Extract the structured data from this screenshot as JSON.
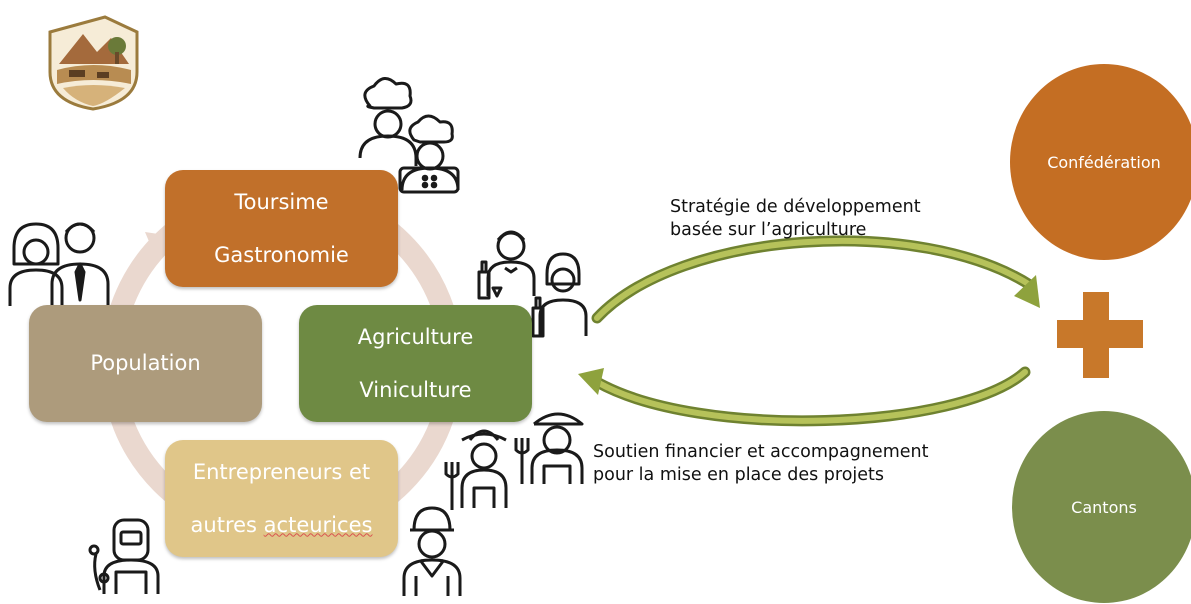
{
  "colors": {
    "tourism": "#c1702a",
    "population": "#ad9b7c",
    "agriculture": "#6e8a43",
    "entrepreneurs": "#e0c689",
    "confederation": "#c46e23",
    "cantons": "#7b8e4c",
    "plus": "#c8782a",
    "arrow": "#8ea23d",
    "ring": "#ead8cf"
  },
  "boxes": {
    "tourism": [
      "Toursime",
      "Gastronomie"
    ],
    "population": "Population",
    "agriculture": [
      "Agriculture",
      "Viniculture"
    ],
    "entrepreneurs": [
      "Entrepreneurs et",
      "autres ",
      "acteurices"
    ]
  },
  "captions": {
    "top": [
      "Stratégie de développement",
      "basée sur l’agriculture"
    ],
    "bottom": [
      "Soutien financier et accompagnement",
      "pour la mise en place des projets"
    ]
  },
  "circles": {
    "confederation": "Confédération",
    "cantons": "Cantons"
  },
  "icons": [
    "logo-emblem",
    "chefs-icon",
    "business-people-icon",
    "waiters-icon",
    "farmers-icon",
    "welder-icon",
    "worker-icon",
    "plus-icon"
  ]
}
